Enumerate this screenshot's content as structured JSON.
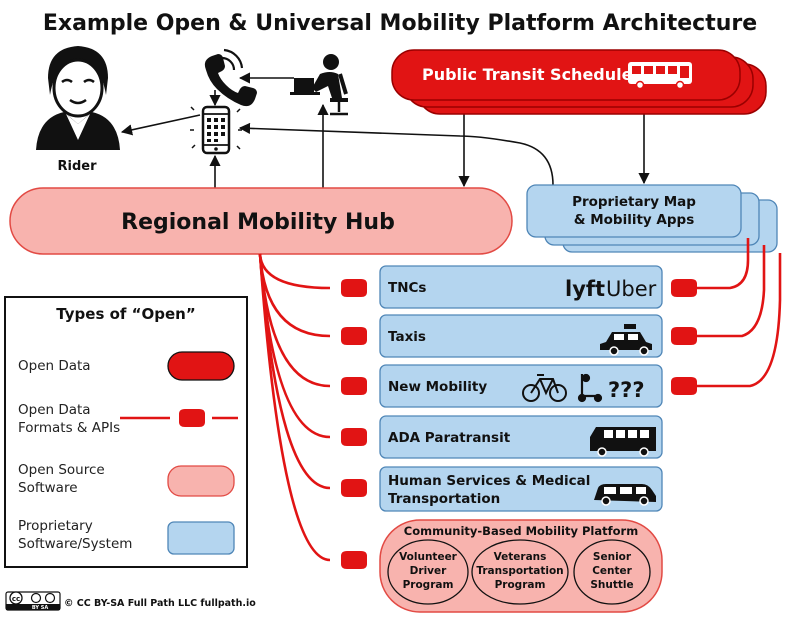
{
  "title": "Example Open & Universal Mobility Platform Architecture",
  "rider": {
    "label": "Rider",
    "icon": "rider-icon"
  },
  "icons": {
    "phone": "phone-icon",
    "operator": "operator-at-computer-icon",
    "smartphone": "smartphone-app-icon"
  },
  "public_transit": {
    "label": "Public Transit Schedules",
    "icon": "bus-icon"
  },
  "hub": {
    "label": "Regional Mobility Hub"
  },
  "proprietary_apps": {
    "line1": "Proprietary Map",
    "line2": "& Mobility Apps"
  },
  "services": [
    {
      "label": "TNCs"
    },
    {
      "label": "Taxis"
    },
    {
      "label": "New Mobility"
    },
    {
      "label": "ADA Paratransit"
    },
    {
      "label_line1": "Human Services & Medical",
      "label_line2": "Transportation"
    }
  ],
  "brands": {
    "lyft": "lyft",
    "uber": "Uber",
    "unknown": "???"
  },
  "community": {
    "title": "Community-Based Mobility Platform",
    "programs": [
      {
        "lines": [
          "Volunteer",
          "Driver",
          "Program"
        ]
      },
      {
        "lines": [
          "Veterans",
          "Transportation",
          "Program"
        ]
      },
      {
        "lines": [
          "Senior",
          "Center",
          "Shuttle"
        ]
      }
    ]
  },
  "legend": {
    "title": "Types of “Open”",
    "items": [
      {
        "label_line1": "Open Data",
        "label_line2": ""
      },
      {
        "label_line1": "Open Data",
        "label_line2": "Formats & APIs"
      },
      {
        "label_line1": "Open Source",
        "label_line2": "Software"
      },
      {
        "label_line1": "Proprietary",
        "label_line2": "Software/System"
      }
    ]
  },
  "license": {
    "badge": "cc",
    "badge_sub": "BY SA",
    "text": "© CC BY-SA Full Path LLC  fullpath.io"
  },
  "colors": {
    "red": "#e11414",
    "red_dark": "#9a0000",
    "pink": "#f8b3ae",
    "pink_border": "#e24a44",
    "blue": "#b4d5ef",
    "blue_border": "#4f86b7",
    "black": "#111111"
  }
}
